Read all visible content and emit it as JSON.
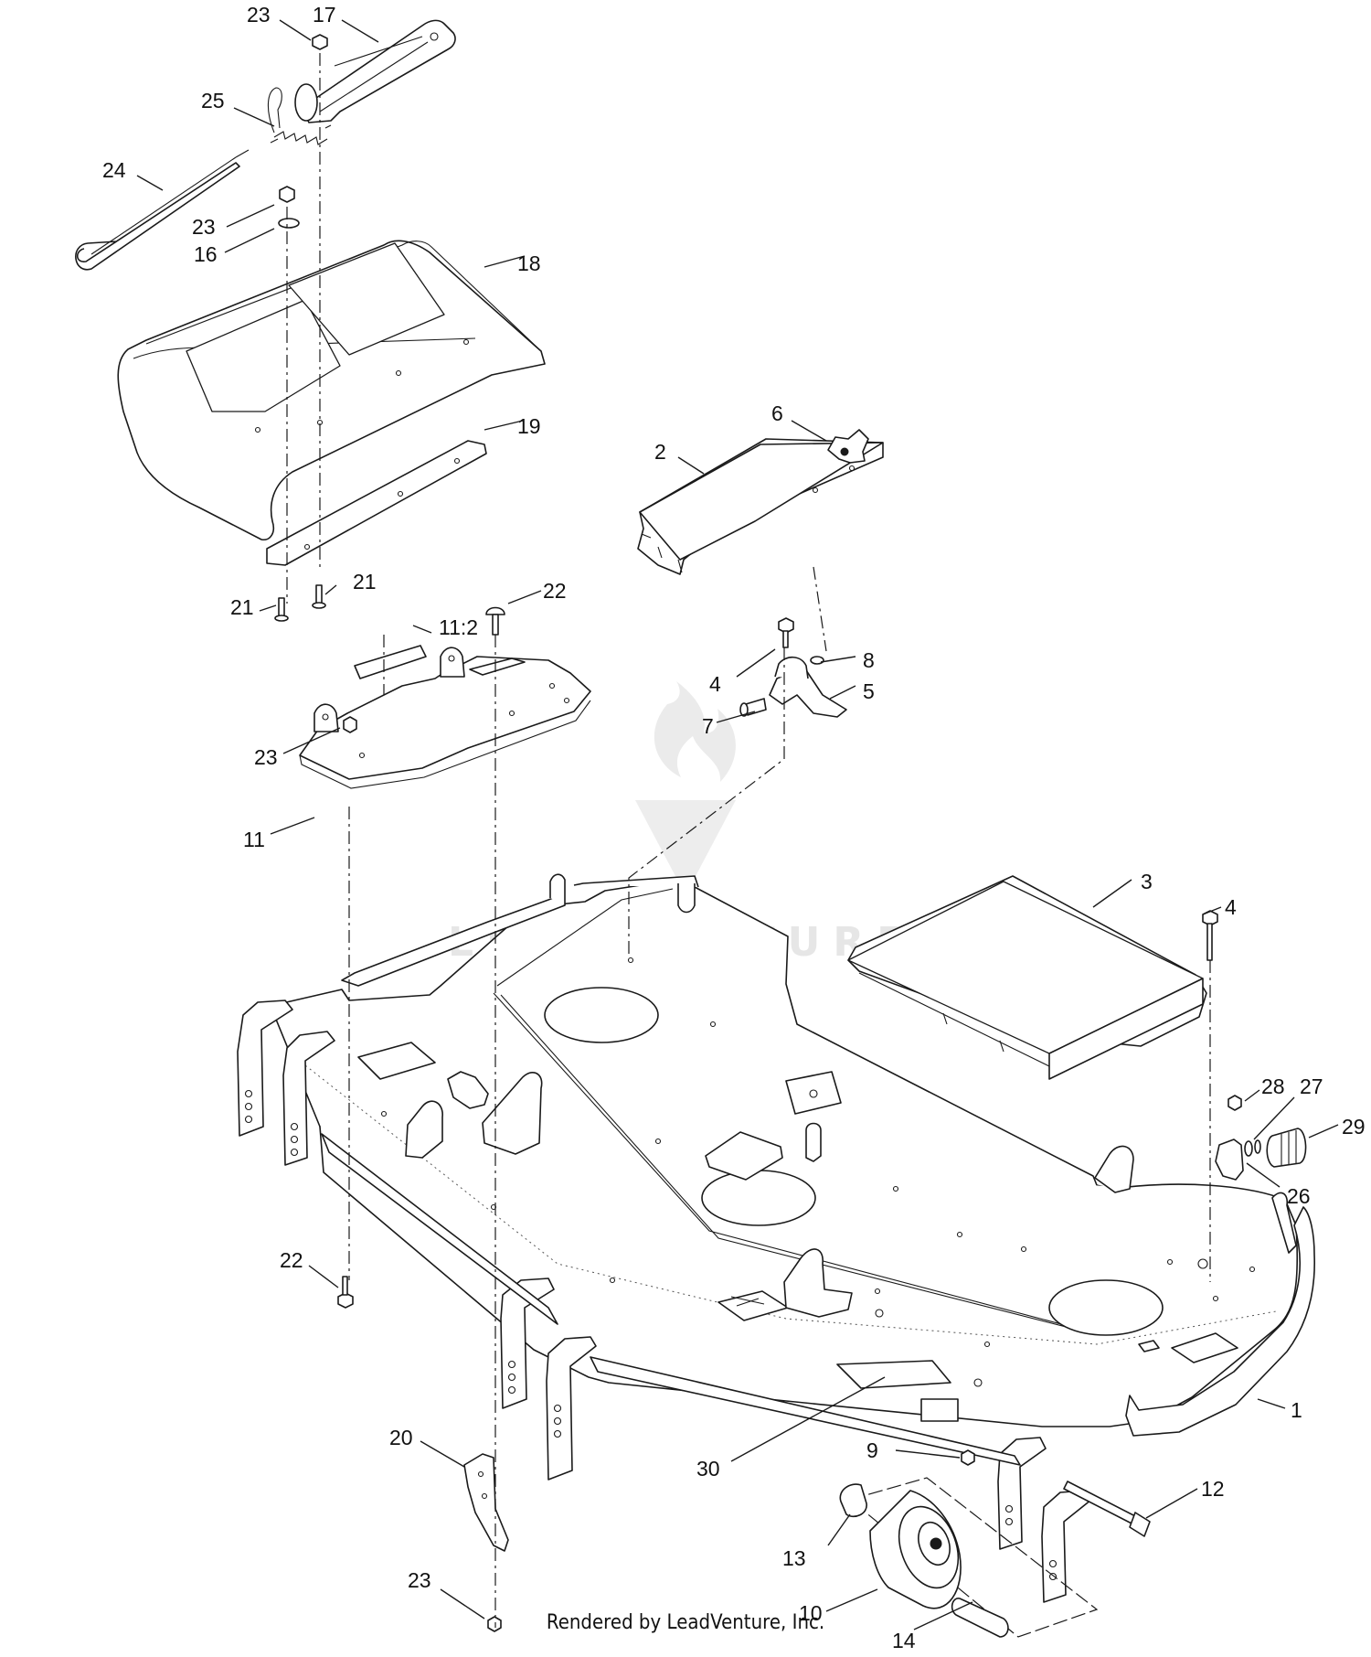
{
  "callouts": [
    {
      "id": "23a",
      "label": "23"
    },
    {
      "id": "17",
      "label": "17"
    },
    {
      "id": "25",
      "label": "25"
    },
    {
      "id": "24",
      "label": "24"
    },
    {
      "id": "23b",
      "label": "23"
    },
    {
      "id": "16",
      "label": "16"
    },
    {
      "id": "18",
      "label": "18"
    },
    {
      "id": "19",
      "label": "19"
    },
    {
      "id": "21a",
      "label": "21"
    },
    {
      "id": "21b",
      "label": "21"
    },
    {
      "id": "22a",
      "label": "22"
    },
    {
      "id": "11_2",
      "label": "11:2"
    },
    {
      "id": "23c",
      "label": "23"
    },
    {
      "id": "11",
      "label": "11"
    },
    {
      "id": "6",
      "label": "6"
    },
    {
      "id": "2",
      "label": "2"
    },
    {
      "id": "4a",
      "label": "4"
    },
    {
      "id": "8",
      "label": "8"
    },
    {
      "id": "5",
      "label": "5"
    },
    {
      "id": "7",
      "label": "7"
    },
    {
      "id": "3",
      "label": "3"
    },
    {
      "id": "4b",
      "label": "4"
    },
    {
      "id": "28",
      "label": "28"
    },
    {
      "id": "27",
      "label": "27"
    },
    {
      "id": "29",
      "label": "29"
    },
    {
      "id": "26",
      "label": "26"
    },
    {
      "id": "22b",
      "label": "22"
    },
    {
      "id": "1",
      "label": "1"
    },
    {
      "id": "12",
      "label": "12"
    },
    {
      "id": "20",
      "label": "20"
    },
    {
      "id": "30",
      "label": "30"
    },
    {
      "id": "9",
      "label": "9"
    },
    {
      "id": "13",
      "label": "13"
    },
    {
      "id": "10",
      "label": "10"
    },
    {
      "id": "23d",
      "label": "23"
    },
    {
      "id": "14",
      "label": "14"
    }
  ],
  "watermark": "LEADVENTURE",
  "footer": "Rendered by LeadVenture, Inc."
}
